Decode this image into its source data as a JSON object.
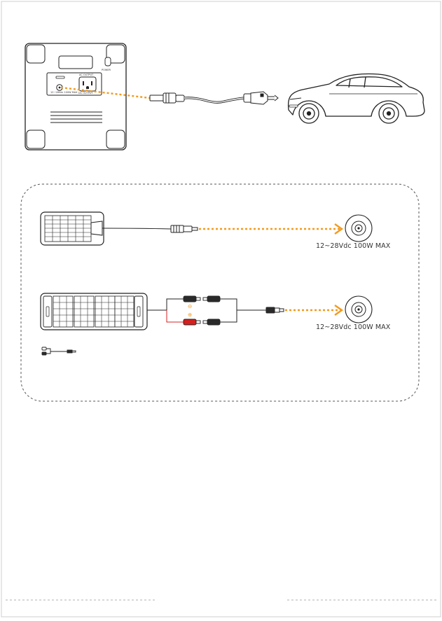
{
  "top_diagram": {
    "station_labels": {
      "dc_input": "12~28Vdc 100W MAX",
      "ac_output": "AC OUTPUT",
      "dc_output": "DC OUTPUT",
      "power": "POWER"
    }
  },
  "solar_section": {
    "rows": [
      {
        "input_spec": "12~28Vdc 100W MAX"
      },
      {
        "input_spec": "12~28Vdc 100W MAX"
      }
    ],
    "polarity": {
      "negative": "⊖",
      "positive": "⊕"
    }
  },
  "colors": {
    "accent_orange": "#f39a1e",
    "line": "#2a2a2a",
    "positive_red": "#d42020"
  }
}
